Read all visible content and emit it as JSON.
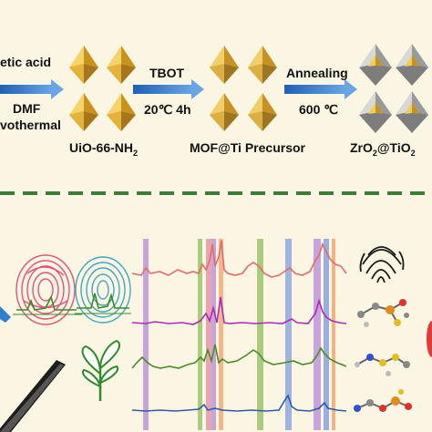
{
  "synthesis": {
    "step1_top": "etic acid",
    "step1_mid": "DMF",
    "step1_bottom": "vothermal",
    "step2_top": "TBOT",
    "step2_bottom": "20℃ 4h",
    "step3_top": "Annealing",
    "step3_bottom": "600 ℃",
    "product1_base": "UiO-66-NH",
    "product1_sub": "2",
    "product2": "MOF@Ti Precursor",
    "product3_a": "ZrO",
    "product3_sub1": "2",
    "product3_b": "@TiO",
    "product3_sub2": "2"
  },
  "colors": {
    "background": "#fbf6e4",
    "arrow": "#3e78c6",
    "octahedron_gold": "#d9a520",
    "octahedron_grey": "#bfbfbf",
    "divider": "#3d7d3a",
    "spectrum_red": "#e46a6a",
    "spectrum_magenta": "#b02ab6",
    "spectrum_green": "#4e8a2a",
    "spectrum_blue": "#2e5aa8"
  },
  "icons": [
    "fingerprint-pink-icon",
    "fingerprint-blue-icon",
    "plant-sprout-icon",
    "fingerprint-icon",
    "molecule-icon"
  ]
}
